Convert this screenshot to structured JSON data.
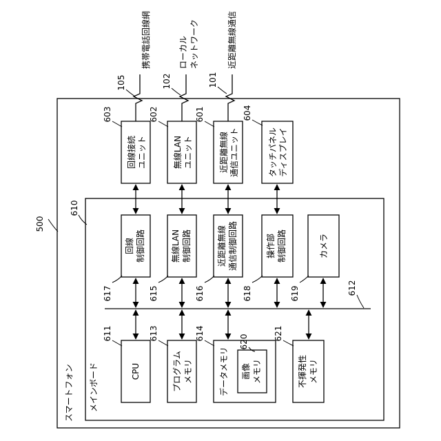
{
  "diagram": {
    "outer_ref": "500",
    "outer_label": "スマートフォン",
    "board_ref": "610",
    "board_label": "メインボード",
    "bus_ref": "612",
    "networks": {
      "mobile": {
        "ref": "105",
        "label": "携帯電話回線網"
      },
      "lan": {
        "ref": "102",
        "label_line1": "ローカル",
        "label_line2": "ネットワーク"
      },
      "near": {
        "ref": "101",
        "label": "近距離無線通信"
      }
    },
    "units": {
      "line_conn": {
        "ref": "603",
        "line1": "回線接続",
        "line2": "ユニット"
      },
      "wlan": {
        "ref": "602",
        "line1": "無線LAN",
        "line2": "ユニット"
      },
      "near_unit": {
        "ref": "601",
        "line1": "近距離無線",
        "line2": "通信ユニット"
      },
      "touch": {
        "ref": "604",
        "line1": "タッチパネル",
        "line2": "ディスプレイ"
      }
    },
    "controllers": {
      "line_ctrl": {
        "ref": "617",
        "line1": "回線",
        "line2": "制御回路"
      },
      "wlan_ctrl": {
        "ref": "615",
        "line1": "無線LAN",
        "line2": "制御回路"
      },
      "near_ctrl": {
        "ref": "616",
        "line1": "近距離無線",
        "line2": "通信制御回路"
      },
      "op_ctrl": {
        "ref": "618",
        "line1": "操作部",
        "line2": "制御回路"
      },
      "camera": {
        "ref": "619",
        "line1": "カメラ"
      }
    },
    "memory": {
      "cpu": {
        "ref": "611",
        "line1": "CPU"
      },
      "prog": {
        "ref": "613",
        "line1": "プログラム",
        "line2": "メモリ"
      },
      "data": {
        "ref": "614",
        "line1": "データメモリ"
      },
      "image": {
        "ref": "620",
        "line1": "画像",
        "line2": "メモリ"
      },
      "nonvol": {
        "ref": "621",
        "line1": "不揮発性",
        "line2": "メモリ"
      }
    }
  }
}
